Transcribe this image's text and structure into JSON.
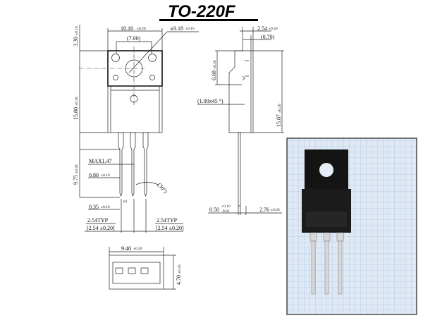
{
  "title": "TO-220F",
  "front_view": {
    "width": "10.16",
    "width_tol": "±0.20",
    "hole_spacing": "(7.00)",
    "hole_dia": "ø3.18",
    "hole_dia_tol": "±0.10",
    "top_height": "3.30",
    "top_height_tol": "±0.10",
    "body_height": "15.80",
    "body_height_tol": "±0.20",
    "lead_length": "9.75",
    "lead_length_tol": "±0.30",
    "max_lead": "MAX1.47",
    "lead_width": "0.80",
    "lead_width_tol": "±0.10",
    "lead_thk": "0.35",
    "lead_thk_tol": "±0.10",
    "pin1": "ø1",
    "angle": "(30°)",
    "pitch_left": "2.54TYP",
    "pitch_left_tol": "[2.54  ±0.20]",
    "pitch_right": "2.54TYP",
    "pitch_right_tol": "[2.54  ±0.20]"
  },
  "side_view": {
    "thickness": "2.54",
    "thickness_tol": "±0.20",
    "tab_thk": "(0.70)",
    "upper_height": "6.68",
    "upper_height_tol": "±0.20",
    "total_height": "15.87",
    "total_height_tol": "±0.20",
    "chamfer": "(1.00x45 °)",
    "lead_thk": "0.50",
    "lead_thk_tol_plus": "+0.10",
    "lead_thk_tol_minus": "-0.05",
    "lead_offset": "2.76",
    "lead_offset_tol": "±0.20"
  },
  "bottom_view": {
    "width": "9.40",
    "width_tol": "±0.20",
    "height": "4.70",
    "height_tol": "±0.20"
  },
  "colors": {
    "photo_bg": "#dfe9f5",
    "grid": "#9fb8dc",
    "component": "#141414"
  }
}
